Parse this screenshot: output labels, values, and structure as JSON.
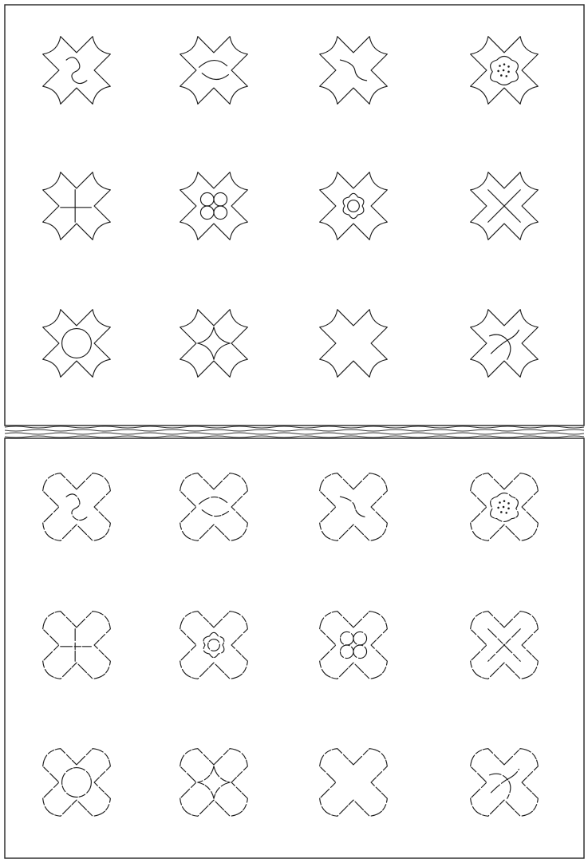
{
  "page": {
    "background": "#ffffff",
    "ink": "#1a1a1a"
  },
  "panels": [
    {
      "name": "upper-panel",
      "style": "solid-outline",
      "rows": [
        [
          "puzzle-tab",
          "curve-arc",
          "s-curve",
          "dotted-flower"
        ],
        [
          "cross-lines",
          "four-circles",
          "flower",
          "x-bars"
        ],
        [
          "circle",
          "star",
          "plain",
          "pinwheel"
        ]
      ]
    },
    {
      "name": "lower-panel",
      "style": "rough-outline",
      "rows": [
        [
          "puzzle-tab",
          "curve-arc",
          "s-curve",
          "dotted-flower"
        ],
        [
          "cross-lines",
          "flower",
          "four-circles",
          "x-bars"
        ],
        [
          "circle",
          "star",
          "plain",
          "pinwheel"
        ]
      ]
    }
  ]
}
